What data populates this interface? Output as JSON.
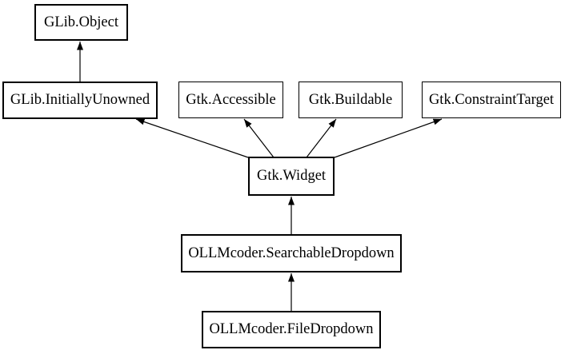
{
  "diagram": {
    "title": "OLLMcoder.FileDropdown inheritance diagram",
    "background_color": "#ffffff",
    "node_border_color": "#000000",
    "edge_color": "#000000",
    "text_color": "#000000",
    "nodes": [
      {
        "id": "glib-object",
        "label": "GLib.Object",
        "kind": "class"
      },
      {
        "id": "glib-initially-unowned",
        "label": "GLib.InitiallyUnowned",
        "kind": "class"
      },
      {
        "id": "gtk-accessible",
        "label": "Gtk.Accessible",
        "kind": "interface"
      },
      {
        "id": "gtk-buildable",
        "label": "Gtk.Buildable",
        "kind": "interface"
      },
      {
        "id": "gtk-constraint-target",
        "label": "Gtk.ConstraintTarget",
        "kind": "interface"
      },
      {
        "id": "gtk-widget",
        "label": "Gtk.Widget",
        "kind": "class"
      },
      {
        "id": "searchable-dropdown",
        "label": "OLLMcoder.SearchableDropdown",
        "kind": "class"
      },
      {
        "id": "file-dropdown",
        "label": "OLLMcoder.FileDropdown",
        "kind": "class"
      }
    ],
    "edges": [
      {
        "from": "GLib.InitiallyUnowned",
        "to": "GLib.Object"
      },
      {
        "from": "Gtk.Widget",
        "to": "GLib.InitiallyUnowned"
      },
      {
        "from": "Gtk.Widget",
        "to": "Gtk.Accessible"
      },
      {
        "from": "Gtk.Widget",
        "to": "Gtk.Buildable"
      },
      {
        "from": "Gtk.Widget",
        "to": "Gtk.ConstraintTarget"
      },
      {
        "from": "OLLMcoder.SearchableDropdown",
        "to": "Gtk.Widget"
      },
      {
        "from": "OLLMcoder.FileDropdown",
        "to": "OLLMcoder.SearchableDropdown"
      }
    ]
  }
}
